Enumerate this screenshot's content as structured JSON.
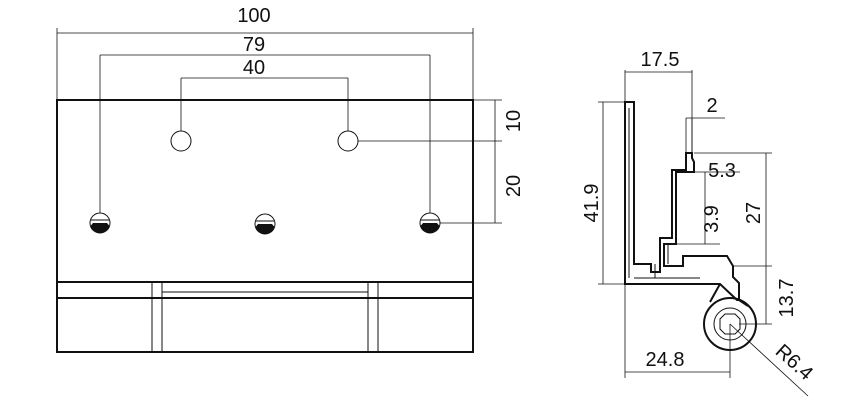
{
  "front_view": {
    "dims": {
      "overall_width": "100",
      "outer_holes_spacing": "79",
      "inner_holes_spacing": "40",
      "top_to_upper_holes": "10",
      "upper_to_lower_holes": "20"
    }
  },
  "side_view": {
    "dims": {
      "width": "17.5",
      "lip_thickness": "2",
      "step": "5.3",
      "height": "41.9",
      "upper_height": "27",
      "slot": "3.9",
      "knuckle_offset": "13.7",
      "knuckle_reach": "24.8",
      "knuckle_radius": "R6.4"
    }
  }
}
